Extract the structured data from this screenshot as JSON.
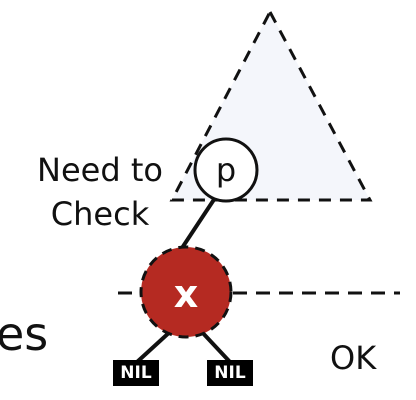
{
  "labels": {
    "need": "Need to",
    "check": "Check",
    "partial_word": "es",
    "ok": "OK"
  },
  "nodes": {
    "parent": "p",
    "current": "x",
    "nil_left": "NIL",
    "nil_right": "NIL"
  },
  "colors": {
    "current_fill": "#b52a22",
    "subtree_fill": "#f4f6fb",
    "ink": "#111111"
  }
}
